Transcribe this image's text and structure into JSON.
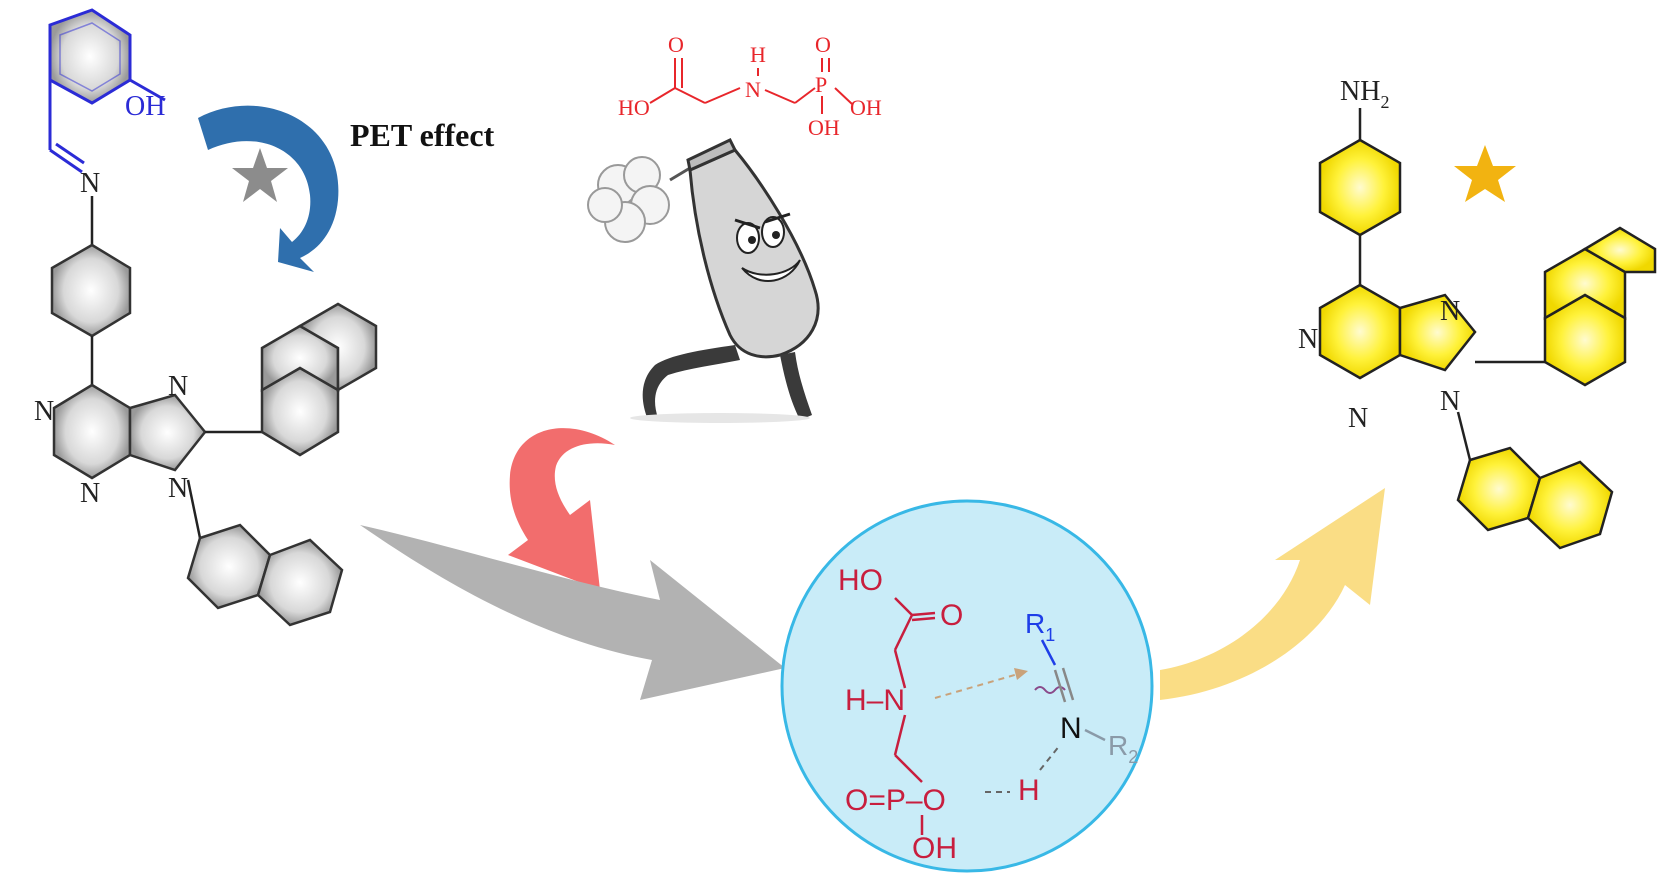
{
  "reactant": {
    "oh": "OH",
    "imine_n": "N",
    "purine_n1": "N",
    "purine_n2": "N",
    "purine_n3": "N",
    "purine_n4": "N"
  },
  "pet_label": "PET effect",
  "glyphosate": {
    "ho": "HO",
    "o1": "O",
    "h": "H",
    "n": "N",
    "o2": "O",
    "p": "P",
    "oh1": "OH",
    "oh2": "OH"
  },
  "mechanism": {
    "ho": "HO",
    "o_carbonyl": "O",
    "hn": "H–N",
    "r1": "R",
    "r1_sub": "1",
    "n_imine": "N",
    "r2": "R",
    "r2_sub": "2",
    "p_group": "O=P–O",
    "h_bond": "H",
    "oh": "OH"
  },
  "product": {
    "nh2": "NH",
    "nh2_sub": "2",
    "n1": "N",
    "n2": "N",
    "n3": "N",
    "n4": "N"
  },
  "colors": {
    "blue_arrow": "#2f6fad",
    "grey_star": "#8c8c8c",
    "gold_star": "#f2b311",
    "red_arrow": "#f15d5d",
    "grey_arrow": "#b2b2b2",
    "yellow_arrow": "#f9d978",
    "circle_fill": "#c9ecf8",
    "circle_stroke": "#38b8e6",
    "product_fill": "#fff23a"
  }
}
